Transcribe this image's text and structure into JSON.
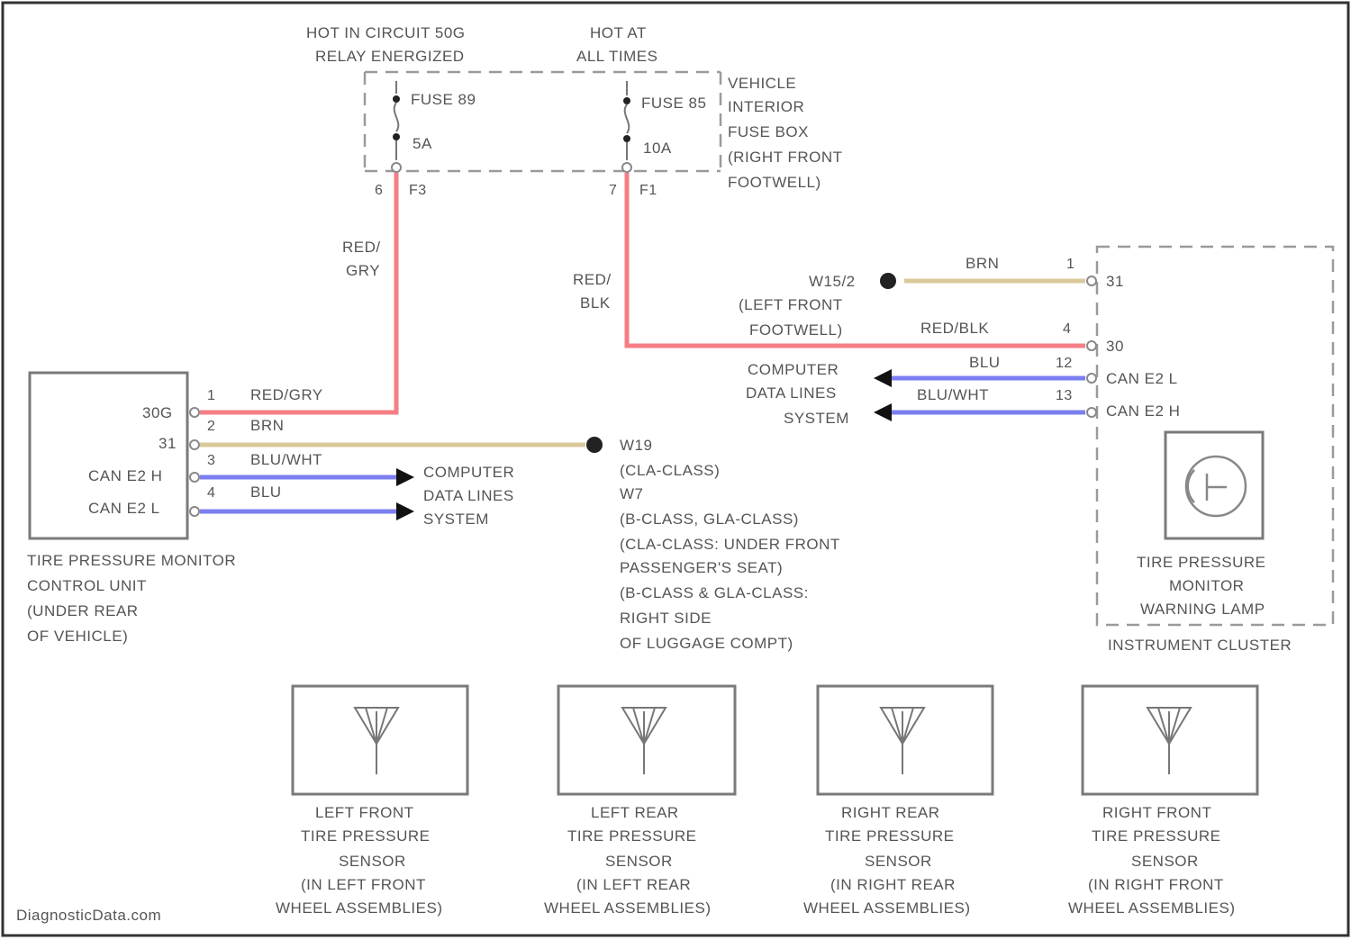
{
  "top_labels": {
    "left_line1": "HOT IN CIRCUIT 50G",
    "left_line2": "RELAY ENERGIZED",
    "right_line1": "HOT AT",
    "right_line2": "ALL TIMES"
  },
  "fuse_box": {
    "fuse1_name": "FUSE 89",
    "fuse1_rating": "5A",
    "fuse1_pin": "6",
    "fuse1_conn": "F3",
    "fuse2_name": "FUSE 85",
    "fuse2_rating": "10A",
    "fuse2_pin": "7",
    "fuse2_conn": "F1",
    "label_lines": [
      "VEHICLE",
      "INTERIOR",
      "FUSE BOX",
      "(RIGHT FRONT",
      "FOOTWELL)"
    ]
  },
  "wires": {
    "left_vertical_color": [
      "RED/",
      "GRY"
    ],
    "right_vertical_color": [
      "RED/",
      "BLK"
    ],
    "cluster_brn": "BRN",
    "cluster_red_blk": "RED/BLK",
    "cluster_blu": "BLU",
    "cluster_blu_wht": "BLU/WHT"
  },
  "ground_w15": [
    "W15/2",
    "(LEFT FRONT",
    "FOOTWELL)"
  ],
  "ground_w19": [
    "W19",
    "(CLA-CLASS)",
    "W7",
    "(B-CLASS, GLA-CLASS)",
    "(CLA-CLASS: UNDER FRONT",
    "PASSENGER'S SEAT)",
    "(B-CLASS & GLA-CLASS:",
    "RIGHT SIDE",
    "OF LUGGAGE COMPT)"
  ],
  "control_unit": {
    "pins": [
      {
        "terminal": "30G",
        "number": "1",
        "color": "RED/GRY"
      },
      {
        "terminal": "",
        "number": "2",
        "color": "BRN"
      },
      {
        "terminal": "31",
        "number": "3",
        "color": "BLU/WHT"
      },
      {
        "terminal": "CAN E2 H",
        "number": "4",
        "color": "BLU"
      },
      {
        "terminal": "CAN E2 L",
        "number": "",
        "color": ""
      }
    ],
    "name_lines": [
      "TIRE PRESSURE MONITOR",
      "CONTROL UNIT",
      "(UNDER REAR",
      "OF VEHICLE)"
    ]
  },
  "cdl_left": [
    "COMPUTER",
    "DATA LINES",
    "SYSTEM"
  ],
  "cdl_right": [
    "COMPUTER",
    "DATA LINES",
    "SYSTEM"
  ],
  "instrument_cluster": {
    "pins": [
      {
        "number": "1",
        "terminal": "31"
      },
      {
        "number": "4",
        "terminal": "30"
      },
      {
        "number": "12",
        "terminal": "CAN E2 L"
      },
      {
        "number": "13",
        "terminal": "CAN E2 H"
      }
    ],
    "lamp_lines": [
      "TIRE PRESSURE",
      "MONITOR",
      "WARNING LAMP"
    ],
    "name": "INSTRUMENT CLUSTER"
  },
  "sensors": [
    {
      "lines": [
        "LEFT FRONT",
        "TIRE PRESSURE",
        "SENSOR",
        "(IN LEFT FRONT",
        "WHEEL ASSEMBLIES)"
      ]
    },
    {
      "lines": [
        "LEFT REAR",
        "TIRE PRESSURE",
        "SENSOR",
        "(IN LEFT REAR",
        "WHEEL ASSEMBLIES)"
      ]
    },
    {
      "lines": [
        "RIGHT REAR",
        "TIRE PRESSURE",
        "SENSOR",
        "(IN RIGHT REAR",
        "WHEEL ASSEMBLIES)"
      ]
    },
    {
      "lines": [
        "RIGHT FRONT",
        "TIRE PRESSURE",
        "SENSOR",
        "(IN RIGHT FRONT",
        "WHEEL ASSEMBLIES)"
      ]
    }
  ],
  "watermark": "DiagnosticData.com"
}
